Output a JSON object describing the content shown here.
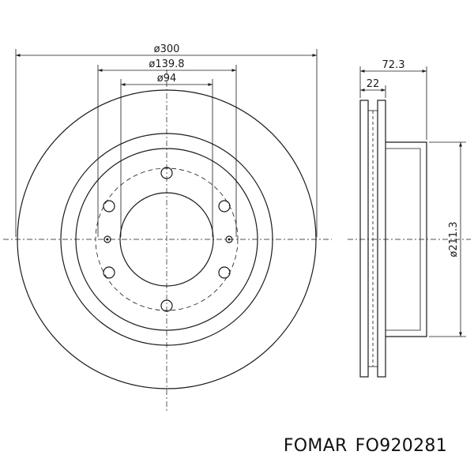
{
  "dimensions": {
    "outer_diameter": "ø300",
    "bolt_circle": "ø139.8",
    "center_bore": "ø94",
    "total_height": "72.3",
    "disc_thickness": "22",
    "hat_diameter": "ø211.3"
  },
  "caption": {
    "brand": "FOMAR",
    "part_number": "FO920281"
  },
  "colors": {
    "line": "#1a1a1a",
    "background": "#ffffff"
  }
}
